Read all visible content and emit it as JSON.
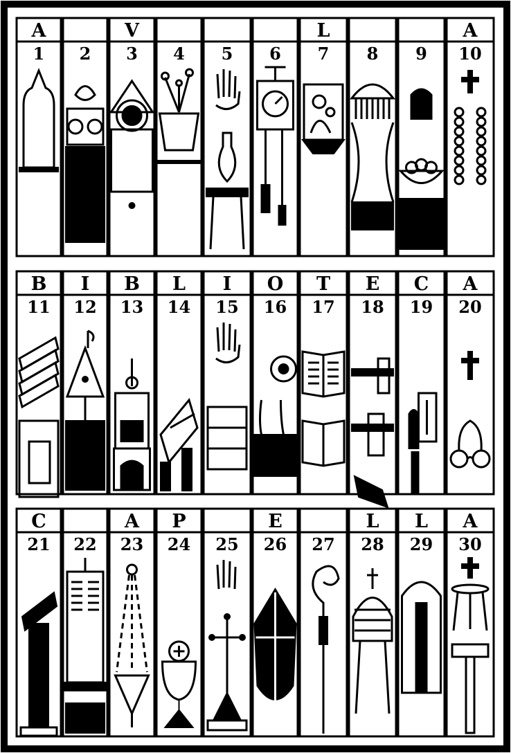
{
  "rows": [
    {
      "cells": [
        {
          "letter": "A",
          "number": "1",
          "icon": "gothic-window-icon"
        },
        {
          "letter": "",
          "number": "2",
          "icon": "teapot-on-cabinet-icon"
        },
        {
          "letter": "V",
          "number": "3",
          "icon": "wall-clock-icon"
        },
        {
          "letter": "",
          "number": "4",
          "icon": "flower-pot-icon"
        },
        {
          "letter": "",
          "number": "5",
          "icon": "hand-and-vase-icon"
        },
        {
          "letter": "",
          "number": "6",
          "icon": "pendulum-clock-icon"
        },
        {
          "letter": "L",
          "number": "7",
          "icon": "madonna-picture-icon"
        },
        {
          "letter": "",
          "number": "8",
          "icon": "canopy-bed-icon"
        },
        {
          "letter": "",
          "number": "9",
          "icon": "fruit-bowl-icon"
        },
        {
          "letter": "A",
          "number": "10",
          "icon": "rosary-icon"
        }
      ]
    },
    {
      "cells": [
        {
          "letter": "B",
          "number": "11",
          "icon": "stacked-books-icon"
        },
        {
          "letter": "I",
          "number": "12",
          "icon": "lamp-icon"
        },
        {
          "letter": "B",
          "number": "13",
          "icon": "stove-icon"
        },
        {
          "letter": "L",
          "number": "14",
          "icon": "open-crate-icon"
        },
        {
          "letter": "I",
          "number": "15",
          "icon": "hand-and-box-icon"
        },
        {
          "letter": "O",
          "number": "16",
          "icon": "gramophone-icon"
        },
        {
          "letter": "T",
          "number": "17",
          "icon": "open-book-icon"
        },
        {
          "letter": "E",
          "number": "18",
          "icon": "scrolls-icon"
        },
        {
          "letter": "C",
          "number": "19",
          "icon": "bottle-and-shelf-icon"
        },
        {
          "letter": "A",
          "number": "20",
          "icon": "spectacles-icon"
        }
      ]
    },
    {
      "cells": [
        {
          "letter": "C",
          "number": "21",
          "icon": "lectern-icon"
        },
        {
          "letter": "",
          "number": "22",
          "icon": "missal-icon"
        },
        {
          "letter": "A",
          "number": "23",
          "icon": "hanging-lamp-icon"
        },
        {
          "letter": "P",
          "number": "24",
          "icon": "chalice-icon"
        },
        {
          "letter": "",
          "number": "25",
          "icon": "processional-cross-icon"
        },
        {
          "letter": "E",
          "number": "26",
          "icon": "mitre-icon"
        },
        {
          "letter": "",
          "number": "27",
          "icon": "crozier-icon"
        },
        {
          "letter": "L",
          "number": "28",
          "icon": "tiara-icon"
        },
        {
          "letter": "L",
          "number": "29",
          "icon": "chasuble-icon"
        },
        {
          "letter": "A",
          "number": "30",
          "icon": "altar-cross-icon"
        }
      ]
    }
  ]
}
